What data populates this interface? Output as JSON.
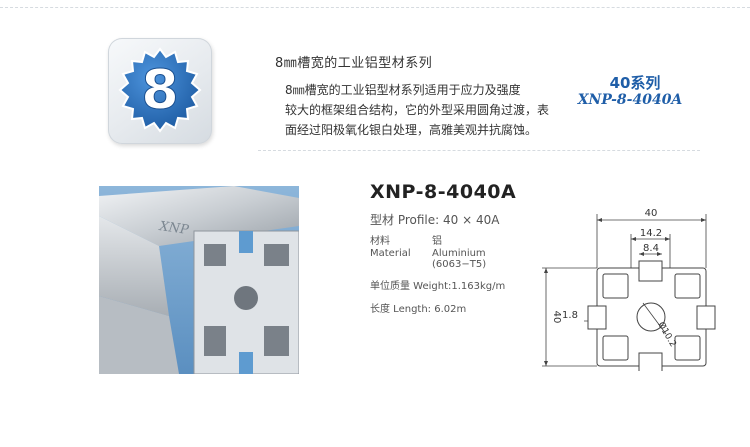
{
  "series": {
    "number": "8",
    "title": "8㎜槽宽的工业铝型材系列",
    "description_lines": [
      "8㎜槽宽的工业铝型材系列适用于应力及强度",
      "较大的框架组合结构，它的外型采用圆角过渡，表",
      "面经过阳极氧化银白处理，高雅美观并抗腐蚀。"
    ],
    "code": "40系列",
    "model": "XNP-8-4040A"
  },
  "photo": {
    "engraving": "XNP"
  },
  "product": {
    "name": "XNP-8-4040A",
    "profile": "型材 Profile: 40 × 40A",
    "specs": {
      "material_label_cn": "材料",
      "material_label_en": "Material",
      "material_value_cn": "铝",
      "material_value_en": "Aluminium",
      "material_grade": "(6063−T5)",
      "weight": "单位质量  Weight:1.163kg/m",
      "length": "长度  Length: 6.02m"
    }
  },
  "drawing": {
    "dim_width": "40",
    "dim_height": "40",
    "dim_slot_outer": "14.2",
    "dim_slot_inner": "8.4",
    "dim_wall": "1.8",
    "dim_bore": "Ø10.2"
  },
  "colors": {
    "accent": "#1f5ea8",
    "badge_blue": "#2a6fb8",
    "photo_bg": "#6e9ec9",
    "drawing_line": "#444444"
  }
}
